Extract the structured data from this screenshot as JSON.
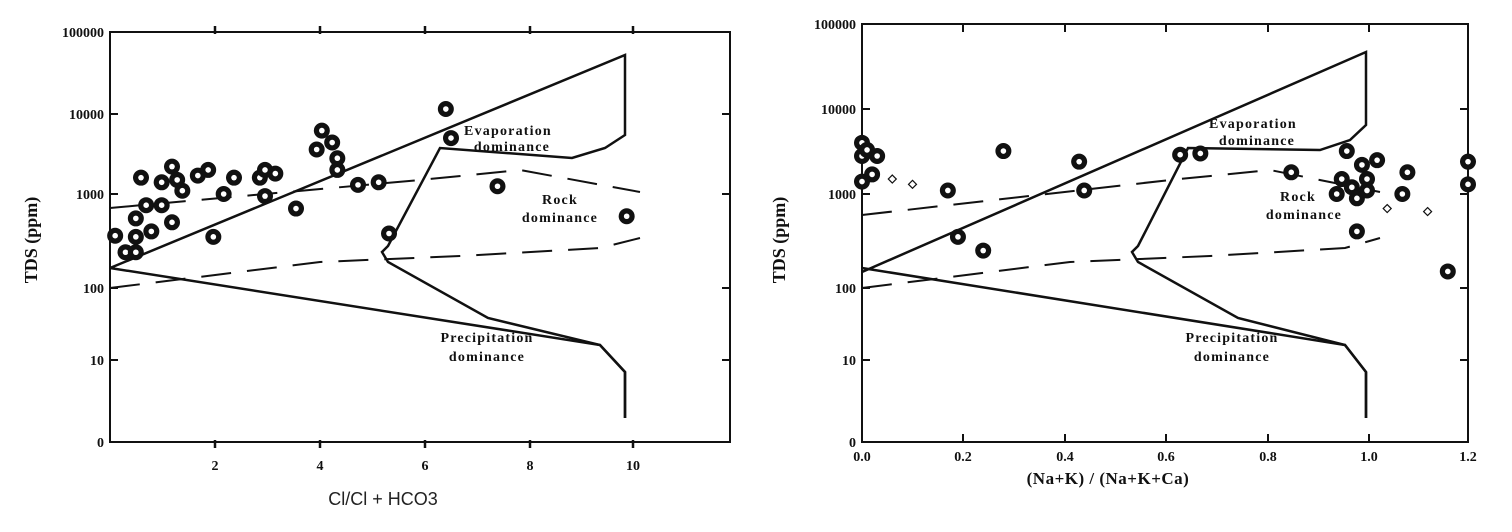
{
  "chart_data": [
    {
      "type": "scatter",
      "ylabel": "TDS (ppm)",
      "xlabel": "Cl/Cl + HCO3",
      "y_ticks": [
        "100000",
        "10000",
        "1000",
        "100",
        "10",
        "0"
      ],
      "x_ticks": [
        "2",
        "4",
        "6",
        "8",
        "10"
      ],
      "xlim": [
        0,
        12
      ],
      "y_scale": "log",
      "regions": [
        "Evaporation dominance",
        "Rock dominance",
        "Precipitation dominance"
      ],
      "region_labels": [
        [
          "Evaporation",
          "dominance"
        ],
        [
          "Rock",
          "dominance"
        ],
        [
          "Precipitation",
          "dominance"
        ]
      ],
      "series": [
        {
          "marker": "ring",
          "points": [
            [
              0.1,
              360
            ],
            [
              0.3,
              240
            ],
            [
              0.5,
              350
            ],
            [
              0.5,
              550
            ],
            [
              0.5,
              240
            ],
            [
              0.6,
              1600
            ],
            [
              0.7,
              760
            ],
            [
              0.8,
              400
            ],
            [
              1.0,
              1400
            ],
            [
              1.0,
              760
            ],
            [
              1.2,
              500
            ],
            [
              1.2,
              2200
            ],
            [
              1.3,
              1500
            ],
            [
              1.4,
              1100
            ],
            [
              1.7,
              1700
            ],
            [
              1.9,
              2000
            ],
            [
              2.0,
              350
            ],
            [
              2.2,
              1000
            ],
            [
              2.4,
              1600
            ],
            [
              2.9,
              1600
            ],
            [
              3.0,
              950
            ],
            [
              3.0,
              2000
            ],
            [
              3.2,
              1800
            ],
            [
              3.6,
              700
            ],
            [
              4.0,
              3600
            ],
            [
              4.1,
              6200
            ],
            [
              4.3,
              4400
            ],
            [
              4.4,
              2800
            ],
            [
              4.4,
              2000
            ],
            [
              4.8,
              1300
            ],
            [
              5.2,
              1400
            ],
            [
              5.4,
              380
            ],
            [
              6.5,
              11500
            ],
            [
              6.6,
              5000
            ],
            [
              7.5,
              1250
            ],
            [
              10.0,
              580
            ]
          ]
        }
      ]
    },
    {
      "type": "scatter",
      "ylabel": "TDS (ppm)",
      "xlabel": "(Na+K) / (Na+K+Ca)",
      "y_ticks": [
        "100000",
        "10000",
        "1000",
        "100",
        "10",
        "0"
      ],
      "x_ticks": [
        "0.0",
        "0.2",
        "0.4",
        "0.6",
        "0.8",
        "1.0",
        "1.2"
      ],
      "xlim": [
        0,
        1.2
      ],
      "y_scale": "log",
      "regions": [
        "Evaporation dominance",
        "Rock dominance",
        "Precipitation dominance"
      ],
      "region_labels": [
        [
          "Evaporation",
          "dominance"
        ],
        [
          "Rock",
          "dominance"
        ],
        [
          "Precipitation",
          "dominance"
        ]
      ],
      "series": [
        {
          "marker": "ring",
          "points": [
            [
              0.0,
              4000
            ],
            [
              0.0,
              2800
            ],
            [
              0.0,
              1400
            ],
            [
              0.01,
              3300
            ],
            [
              0.02,
              1700
            ],
            [
              0.03,
              2800
            ],
            [
              0.17,
              1100
            ],
            [
              0.19,
              350
            ],
            [
              0.24,
              250
            ],
            [
              0.28,
              3200
            ],
            [
              0.43,
              2400
            ],
            [
              0.44,
              1100
            ],
            [
              0.63,
              2900
            ],
            [
              0.67,
              3000
            ],
            [
              0.85,
              1800
            ],
            [
              0.94,
              1000
            ],
            [
              0.95,
              1500
            ],
            [
              0.96,
              3200
            ],
            [
              0.97,
              1200
            ],
            [
              0.98,
              900
            ],
            [
              0.98,
              400
            ],
            [
              0.99,
              2200
            ],
            [
              1.0,
              1500
            ],
            [
              1.0,
              1100
            ],
            [
              1.02,
              2500
            ],
            [
              1.07,
              1000
            ],
            [
              1.08,
              1800
            ],
            [
              1.16,
              150
            ],
            [
              1.2,
              2400
            ],
            [
              1.2,
              1300
            ]
          ]
        },
        {
          "marker": "diamond",
          "points": [
            [
              0.06,
              1500
            ],
            [
              0.1,
              1300
            ],
            [
              1.04,
              700
            ],
            [
              1.12,
              650
            ]
          ]
        }
      ]
    }
  ]
}
